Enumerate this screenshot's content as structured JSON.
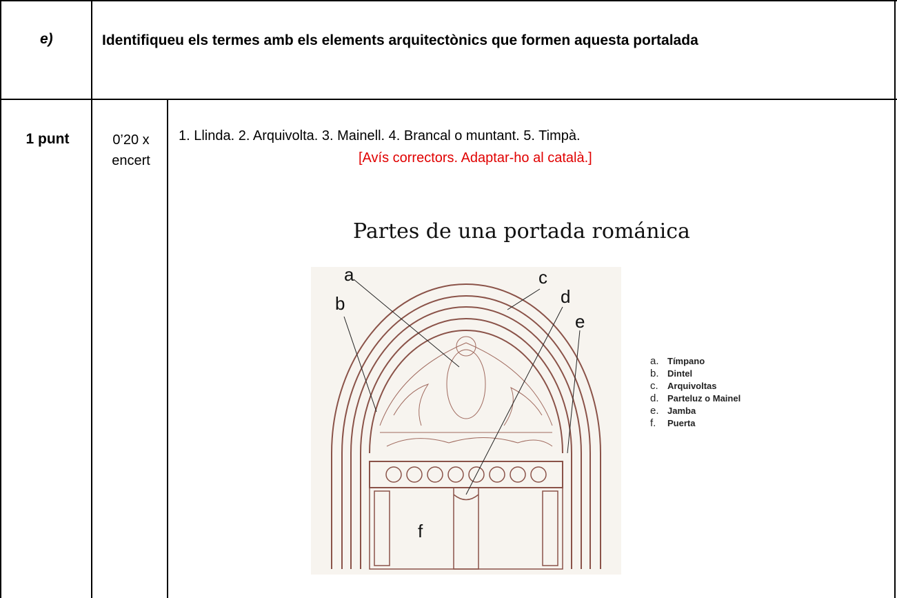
{
  "question": {
    "label": "e)",
    "text": "Identifiqueu els termes amb els elements arquitectònics que formen aquesta portalada"
  },
  "grading": {
    "points": "1 punt",
    "per_hit_line1": "0’20 x",
    "per_hit_line2": "encert"
  },
  "answer": {
    "text": "1. Llinda. 2. Arquivolta. 3. Mainell. 4. Brancal o muntant. 5. Timpà.",
    "note": "[Avís correctors. Adaptar-ho al català.]",
    "note_color": "#e00000"
  },
  "figure": {
    "title": "Partes de una portada románica",
    "labels": {
      "a": "a",
      "b": "b",
      "c": "c",
      "d": "d",
      "e": "e",
      "f": "f"
    },
    "legend": [
      {
        "letter": "a.",
        "name": "Tímpano"
      },
      {
        "letter": "b.",
        "name": "Dintel"
      },
      {
        "letter": "c.",
        "name": "Arquivoltas"
      },
      {
        "letter": "d.",
        "name": "Parteluz o Mainel"
      },
      {
        "letter": "e.",
        "name": "Jamba"
      },
      {
        "letter": "f.",
        "name": "Puerta"
      }
    ]
  }
}
